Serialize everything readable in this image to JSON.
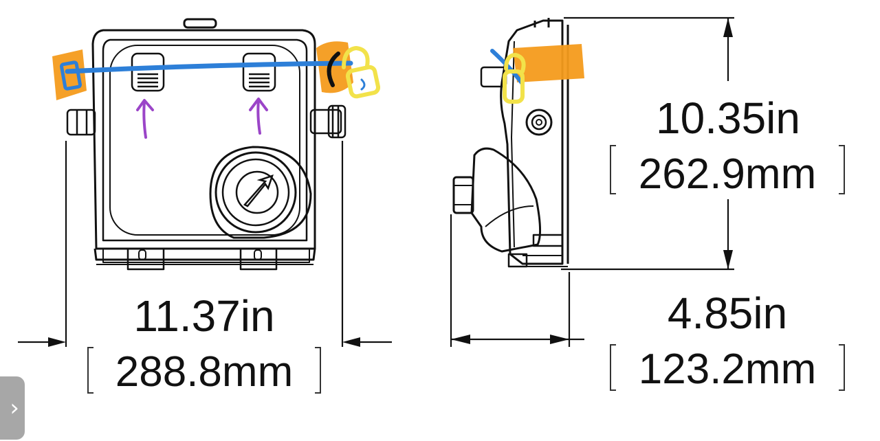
{
  "dimensions": {
    "width_imperial": "11.37in",
    "width_metric": "288.8mm",
    "height_imperial": "10.35in",
    "height_metric": "262.9mm",
    "depth_imperial": "4.85in",
    "depth_metric": "123.2mm"
  },
  "colors": {
    "annotation_cable": "#2d7fd8",
    "annotation_highlight": "#f49b1c",
    "annotation_arrow": "#9b45c8",
    "annotation_lock": "#f2e24a",
    "line_art": "#111111"
  },
  "icons": {
    "expand_tab": "chevron-right-icon"
  }
}
